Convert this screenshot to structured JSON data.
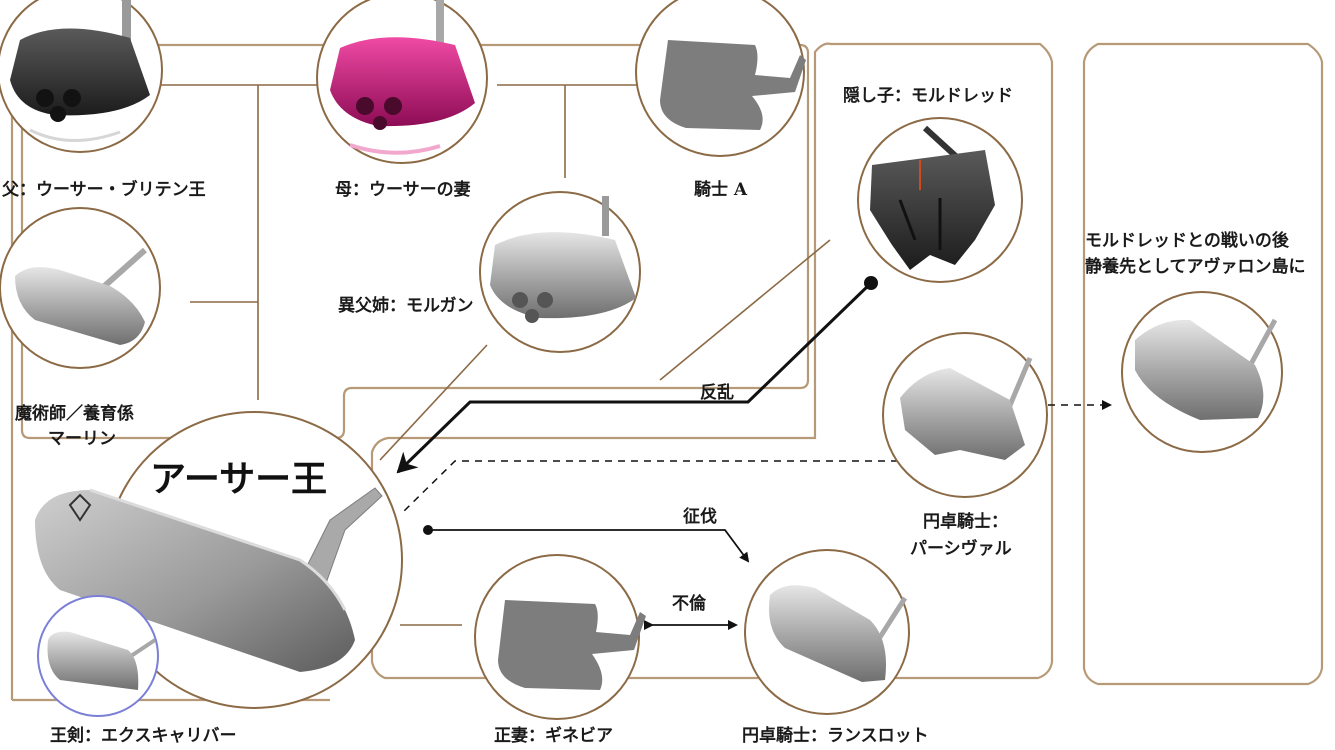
{
  "nodes": {
    "father": "父：ウーサー・ブリテン王",
    "mother": "母：ウーサーの妻",
    "knight_a": "騎士 A",
    "hidden_child": "隠し子：モルドレッド",
    "half_sister": "異父姉：モルガン",
    "merlin_line1": "魔術師／養育係",
    "merlin_line2": "マーリン",
    "arthur": "アーサー王",
    "sword": "王剣：エクスキャリバー",
    "guinevere": "正妻：ギネビア",
    "lancelot": "円卓騎士：ランスロット",
    "percival_line1": "円卓騎士：",
    "percival_line2": "パーシヴァル",
    "avalon_line1": "モルドレッドとの戦いの後",
    "avalon_line2": "静養先としてアヴァロン島に"
  },
  "relations": {
    "rebellion": "反乱",
    "expedition": "征伐",
    "affair": "不倫"
  },
  "colors": {
    "frame": "#b69a78",
    "line": "#8b6a45",
    "putter_silver": "#a8a8a8",
    "putter_black": "#2b2b2b",
    "putter_magenta": "#c4177a",
    "placeholder_gray": "#7d7d7d",
    "sword_ring": "#7b7fd6"
  }
}
